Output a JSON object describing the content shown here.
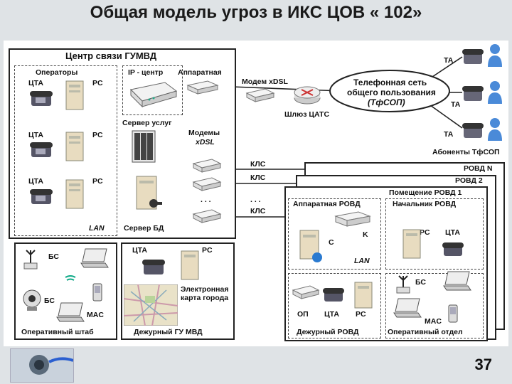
{
  "title": "Общая модель угроз в ИКС ЦОВ « 102»",
  "page_number": "37",
  "center": {
    "header": "Центр связи ГУМВД",
    "operators": "Операторы",
    "cta1": "ЦТА",
    "pc1": "PC",
    "cta2": "ЦТА",
    "pc2": "PC",
    "cta3": "ЦТА",
    "pc3": "PC",
    "ip_center": "IP - центр",
    "hardware": "Аппаратная",
    "service_server": "Сервер услуг",
    "modems": "Модемы",
    "xdsl": "xDSL",
    "dots": ". . .",
    "lan": "LAN",
    "db_server": "Сервер БД"
  },
  "modem_xdsl": "Модем xDSL",
  "gateway": "Шлюз ЦАТС",
  "pstn": {
    "line1": "Телефонная сеть",
    "line2": "общего пользования",
    "line3": "(ТфСОП)"
  },
  "ta1": "ТА",
  "ta2": "ТА",
  "ta3": "ТА",
  "subscribers": "Абоненты ТфСОП",
  "kls1": "КЛС",
  "kls2": "КЛС",
  "kls3": "КЛС",
  "kls_dots": ". . .",
  "rovd_n": "РОВД N",
  "rovd_2": "РОВД 2",
  "rovd": {
    "room": "Помещение РОВД 1",
    "hardware": "Аппаратная РОВД",
    "chief": "Начальник РОВД",
    "pc": "PC",
    "cta": "ЦТА",
    "k": "K",
    "c": "C",
    "lan": "LAN",
    "duty_op": "ОП",
    "duty_cta": "ЦТА",
    "duty_pc": "PC",
    "duty_caption": "Дежурный РОВД",
    "bs": "БС",
    "mac": "MAC",
    "ops_caption": "Оперативный отдел"
  },
  "hq": {
    "bs1": "БС",
    "bs2": "БС",
    "mac": "MAC",
    "caption": "Оперативный штаб"
  },
  "duty_gu": {
    "cta": "ЦТА",
    "pc": "PC",
    "map1": "Электронная",
    "map2": "карта города",
    "caption": "Дежурный ГУ МВД"
  }
}
